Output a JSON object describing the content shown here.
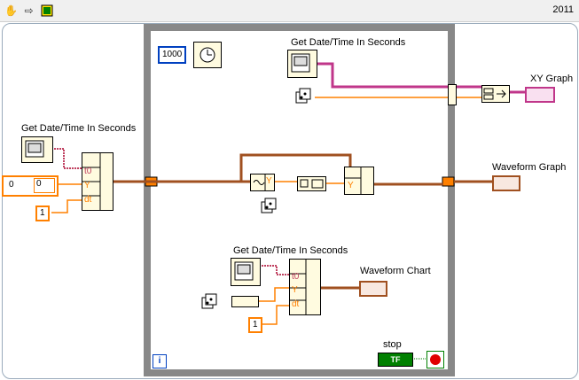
{
  "toolbar": {
    "icons": [
      "hand-icon",
      "arrow-icon",
      "run-indicator-icon"
    ],
    "version": "2011"
  },
  "nodes": {
    "get_time_1": "Get Date/Time In Seconds",
    "get_time_2": "Get Date/Time In Seconds",
    "get_time_3": "Get Date/Time In Seconds"
  },
  "indicators": {
    "xy_graph": "XY Graph",
    "waveform_graph": "Waveform Graph",
    "waveform_chart": "Waveform Chart",
    "stop": "stop"
  },
  "constants": {
    "wait_ms": "1000",
    "dt_1": "1",
    "dt_2": "1",
    "array_index": "0",
    "array_value": "0"
  },
  "bundle_terms": {
    "t0": "t0",
    "y": "Y",
    "dt": "dt",
    "tf": "TF",
    "info": "i"
  },
  "colors": {
    "wire_orange": "#ff8000",
    "wire_brown": "#a05020",
    "wire_pink": "#c0368a",
    "loop_border": "#888888",
    "stop_green": "#008000"
  }
}
